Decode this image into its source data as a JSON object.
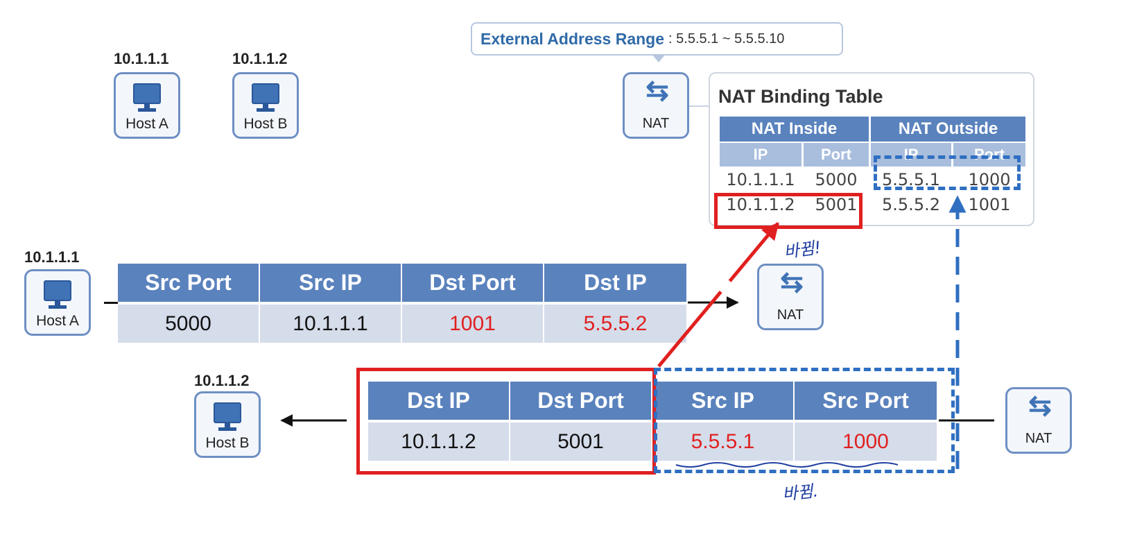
{
  "external_range": {
    "label": "External Address Range",
    "value": ": 5.5.5.1 ~ 5.5.5.10"
  },
  "top_hosts": [
    {
      "ip": "10.1.1.1",
      "name": "Host A"
    },
    {
      "ip": "10.1.1.2",
      "name": "Host B"
    }
  ],
  "nat_label": "NAT",
  "binding_table": {
    "title": "NAT Binding Table",
    "groups": [
      "NAT Inside",
      "NAT Outside"
    ],
    "subheaders": [
      "IP",
      "Port",
      "IP",
      "Port"
    ],
    "rows": [
      [
        "10.1.1.1",
        "5000",
        "5.5.5.1",
        "1000"
      ],
      [
        "10.1.1.2",
        "5001",
        "5.5.5.2",
        "1001"
      ]
    ]
  },
  "host_a_row": {
    "ip": "10.1.1.1",
    "name": "Host A"
  },
  "host_b_row": {
    "ip": "10.1.1.2",
    "name": "Host B"
  },
  "outgoing_packet": {
    "headers": [
      "Src Port",
      "Src IP",
      "Dst Port",
      "Dst IP"
    ],
    "values": [
      "5000",
      "10.1.1.1",
      "1001",
      "5.5.5.2"
    ]
  },
  "incoming_packet": {
    "headers": [
      "Dst IP",
      "Dst Port",
      "Src IP",
      "Src Port"
    ],
    "values": [
      "10.1.1.2",
      "5001",
      "5.5.5.1",
      "1000"
    ]
  },
  "annotations": {
    "changed_1": "바뀜!",
    "changed_2": "바뀜."
  },
  "colors": {
    "header": "#5a82bd",
    "cell": "#d5dcea",
    "highlight_red": "#e02020",
    "highlight_blue": "#2f6fc2"
  }
}
